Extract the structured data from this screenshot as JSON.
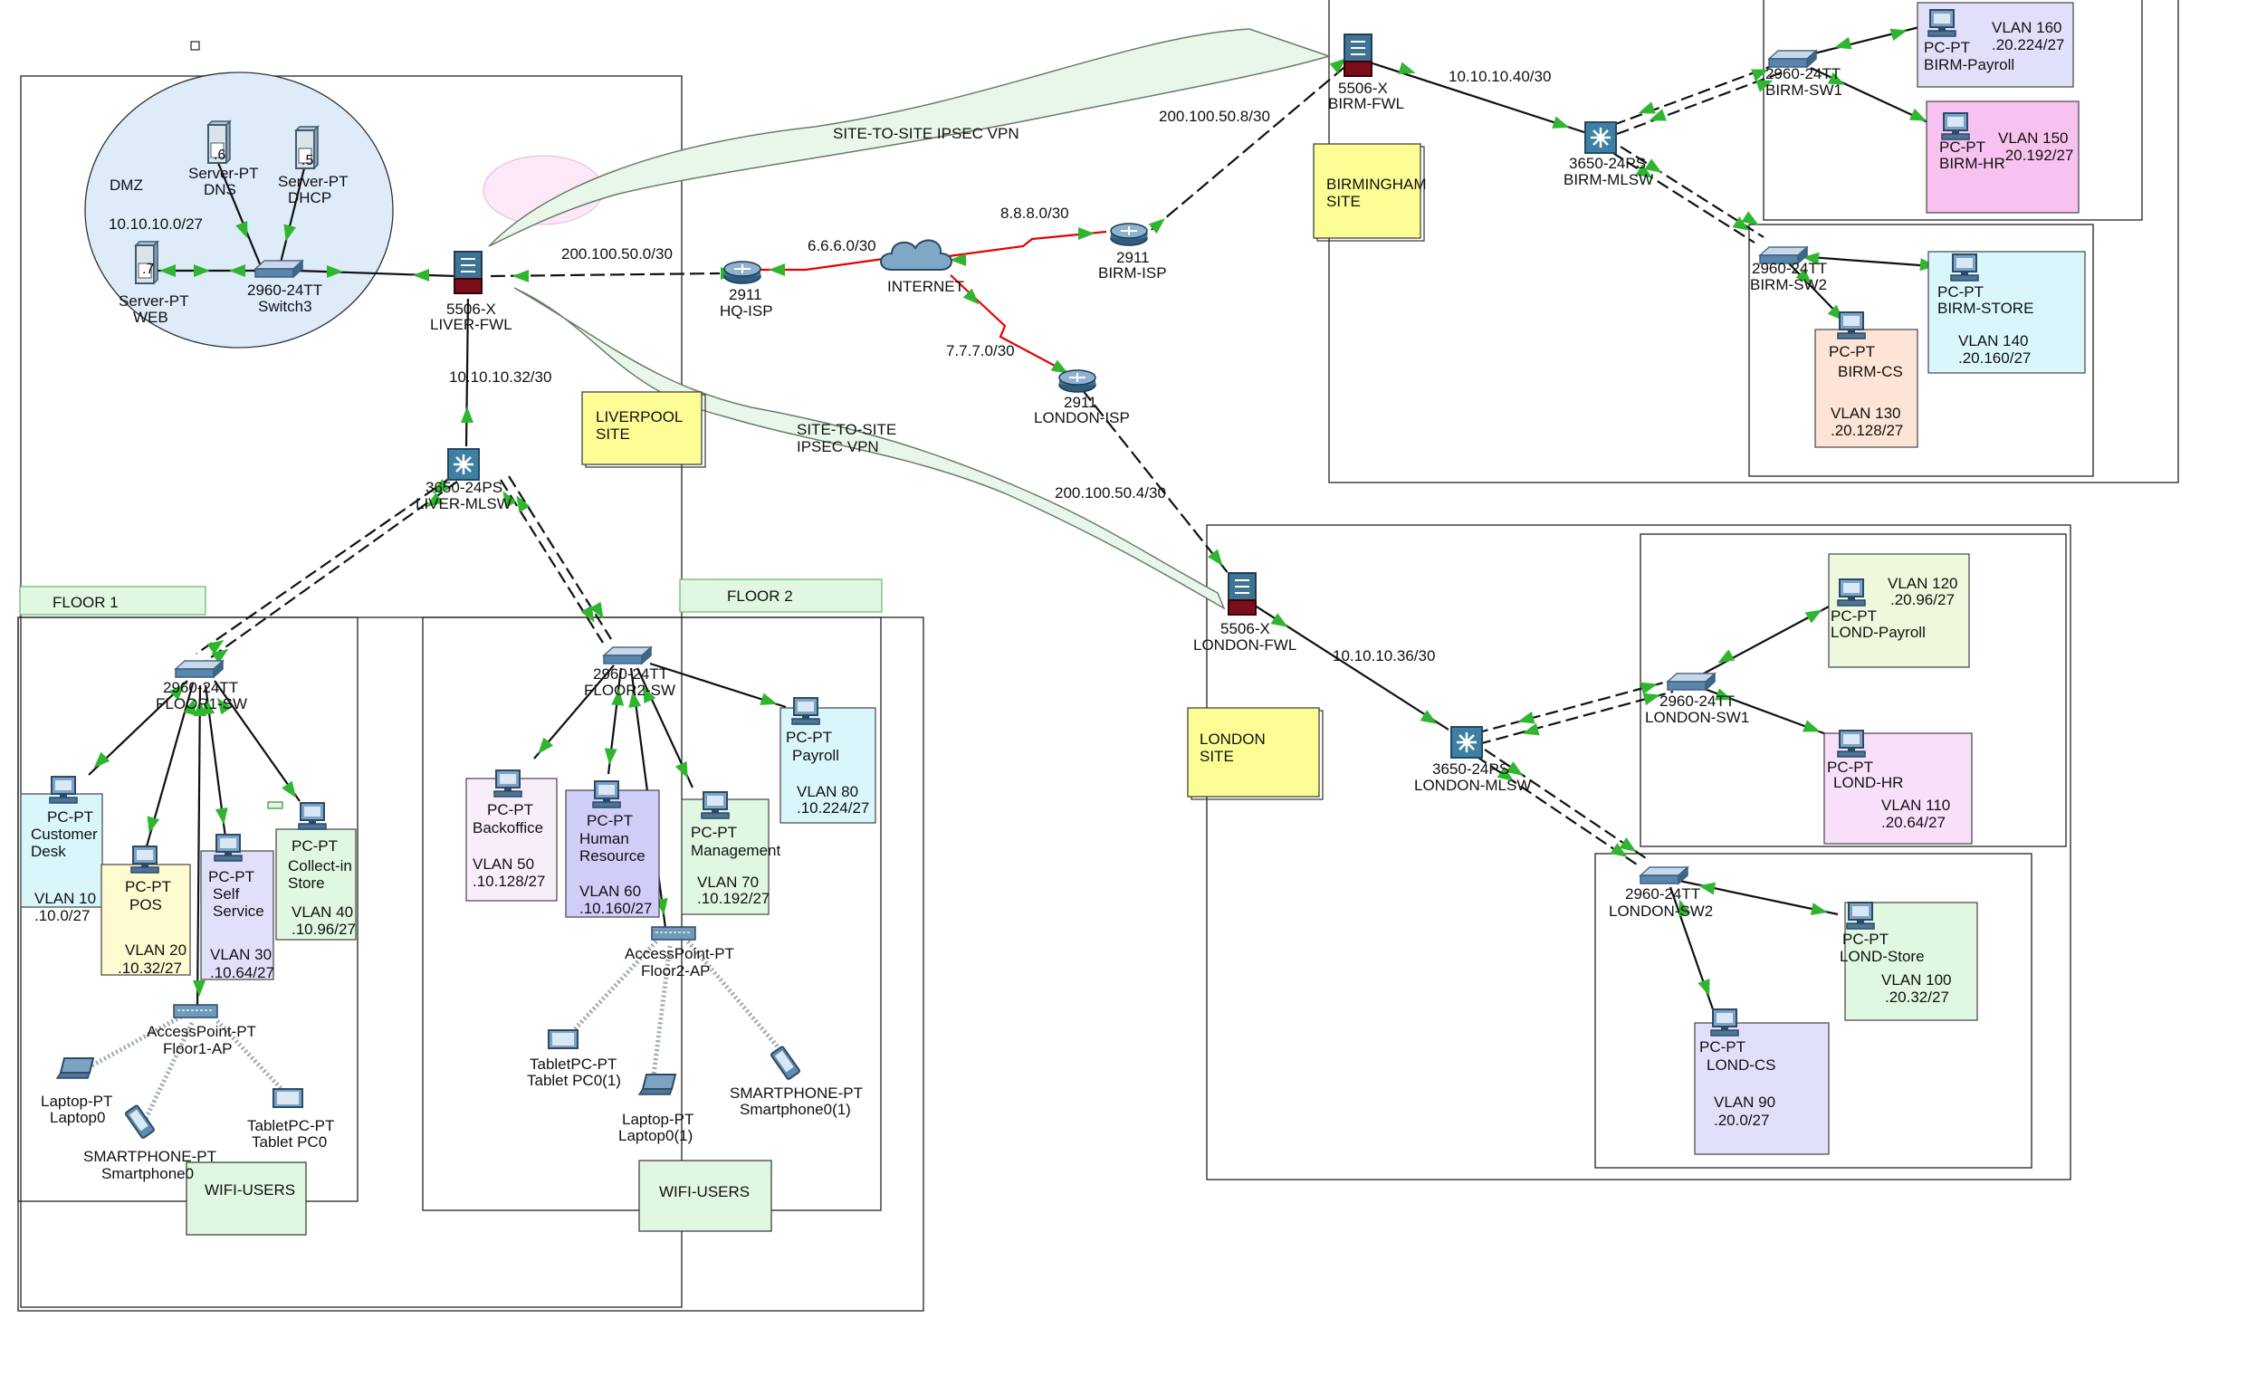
{
  "title": "",
  "links": {
    "liver_hq": "200.100.50.0/30",
    "hq_internet": "6.6.6.0/30",
    "internet_birm": "8.8.8.0/30",
    "internet_london": "7.7.7.0/30",
    "birmisp_birmfwl": "200.100.50.8/30",
    "londonisp_londonfwl": "200.100.50.4/30",
    "liver_fwl_mlsw": "10.10.10.32/30",
    "birm_fwl_mlsw": "10.10.10.40/30",
    "london_fwl_mlsw": "10.10.10.36/30"
  },
  "vpn": {
    "top": "SITE-TO-SITE IPSEC VPN",
    "bottom_line1": "SITE-TO-SITE",
    "bottom_line2": "IPSEC VPN"
  },
  "dmz": {
    "label": "DMZ",
    "subnet": "10.10.10.0/27",
    "dns": {
      "tag": ".6",
      "line1": "Server-PT",
      "line2": "DNS"
    },
    "dhcp": {
      "tag": ".5",
      "line1": "Server-PT",
      "line2": "DHCP"
    },
    "web": {
      "tag": ".7",
      "line1": "Server-PT",
      "line2": "WEB"
    },
    "switch": {
      "line1": "2960-24TT",
      "line2": "Switch3"
    }
  },
  "liverpool": {
    "site_line1": "LIVERPOOL",
    "site_line2": "SITE",
    "fwl": {
      "line1": "5506-X",
      "line2": "LIVER-FWL"
    },
    "mlsw": {
      "line1": "3650-24PS",
      "line2": "LIVER-MLSW"
    },
    "floor1": {
      "label": "FLOOR 1",
      "switch": {
        "line1": "2960-24TT",
        "line2": "FLOOR1-SW"
      },
      "customer": {
        "line1": "PC-PT",
        "line2": "Customer",
        "line3": "Desk",
        "vlan": "VLAN 10",
        "subnet": ".10.0/27"
      },
      "pos": {
        "line1": "PC-PT",
        "line2": "POS",
        "vlan": "VLAN 20",
        "subnet": ".10.32/27"
      },
      "self": {
        "line1": "PC-PT",
        "line2": "Self",
        "line3": "Service",
        "vlan": "VLAN 30",
        "subnet": ".10.64/27"
      },
      "collect": {
        "line1": "PC-PT",
        "line2": "Collect-in",
        "line3": "Store",
        "vlan": "VLAN 40",
        "subnet": ".10.96/27"
      },
      "ap": {
        "line1": "AccessPoint-PT",
        "line2": "Floor1-AP"
      },
      "laptop": {
        "line1": "Laptop-PT",
        "line2": "Laptop0"
      },
      "phone": {
        "line1": "SMARTPHONE-PT",
        "line2": "Smartphone0"
      },
      "tablet": {
        "line1": "TabletPC-PT",
        "line2": "Tablet PC0"
      },
      "wifi": "WIFI-USERS"
    },
    "floor2": {
      "label": "FLOOR 2",
      "switch": {
        "line1": "2960-24TT",
        "line2": "FLOOR2-SW"
      },
      "backoffice": {
        "line1": "PC-PT",
        "line2": "Backoffice",
        "vlan": "VLAN 50",
        "subnet": ".10.128/27"
      },
      "hr": {
        "line1": "PC-PT",
        "line2": "Human",
        "line3": "Resource",
        "vlan": "VLAN 60",
        "subnet": ".10.160/27"
      },
      "mgmt": {
        "line1": "PC-PT",
        "line2": "Management",
        "vlan": "VLAN 70",
        "subnet": ".10.192/27"
      },
      "payroll": {
        "line1": "PC-PT",
        "line2": "Payroll",
        "vlan": "VLAN 80",
        "subnet": ".10.224/27"
      },
      "ap": {
        "line1": "AccessPoint-PT",
        "line2": "Floor2-AP"
      },
      "tablet": {
        "line1": "TabletPC-PT",
        "line2": "Tablet PC0(1)"
      },
      "laptop": {
        "line1": "Laptop-PT",
        "line2": "Laptop0(1)"
      },
      "phone": {
        "line1": "SMARTPHONE-PT",
        "line2": "Smartphone0(1)"
      },
      "wifi": "WIFI-USERS"
    }
  },
  "core": {
    "hq_isp": {
      "line1": "2911",
      "line2": "HQ-ISP"
    },
    "internet": "INTERNET",
    "birm_isp": {
      "line1": "2911",
      "line2": "BIRM-ISP"
    },
    "london_isp": {
      "line1": "2911",
      "line2": "LONDON-ISP"
    }
  },
  "birmingham": {
    "site_line1": "BIRMINGHAM",
    "site_line2": "SITE",
    "fwl": {
      "line1": "5506-X",
      "line2": "BIRM-FWL"
    },
    "mlsw": {
      "line1": "3650-24PS",
      "line2": "BIRM-MLSW"
    },
    "sw1": {
      "line1": "2960-24TT",
      "line2": "BIRM-SW1"
    },
    "sw2": {
      "line1": "2960-24TT",
      "line2": "BIRM-SW2"
    },
    "payroll": {
      "line1": "PC-PT",
      "line2": "BIRM-Payroll",
      "vlan": "VLAN 160",
      "subnet": ".20.224/27"
    },
    "hr": {
      "line1": "PC-PT",
      "line2": "BIRM-HR",
      "vlan": "VLAN 150",
      "subnet": ".20.192/27"
    },
    "store": {
      "line1": "PC-PT",
      "line2": "BIRM-STORE",
      "vlan": "VLAN 140",
      "subnet": ".20.160/27"
    },
    "cs": {
      "line1": "PC-PT",
      "line2": "BIRM-CS",
      "vlan": "VLAN 130",
      "subnet": ".20.128/27"
    }
  },
  "london": {
    "site_line1": "LONDON",
    "site_line2": "SITE",
    "fwl": {
      "line1": "5506-X",
      "line2": "LONDON-FWL"
    },
    "mlsw": {
      "line1": "3650-24PS",
      "line2": "LONDON-MLSW"
    },
    "sw1": {
      "line1": "2960-24TT",
      "line2": "LONDON-SW1"
    },
    "sw2": {
      "line1": "2960-24TT",
      "line2": "LONDON-SW2"
    },
    "payroll": {
      "line1": "PC-PT",
      "line2": "LOND-Payroll",
      "vlan": "VLAN 120",
      "subnet": ".20.96/27"
    },
    "hr": {
      "line1": "PC-PT",
      "line2": "LOND-HR",
      "vlan": "VLAN 110",
      "subnet": ".20.64/27"
    },
    "store": {
      "line1": "PC-PT",
      "line2": "LOND-Store",
      "vlan": "VLAN 100",
      "subnet": ".20.32/27"
    },
    "cs": {
      "line1": "PC-PT",
      "line2": "LOND-CS",
      "vlan": "VLAN 90",
      "subnet": ".20.0/27"
    }
  }
}
